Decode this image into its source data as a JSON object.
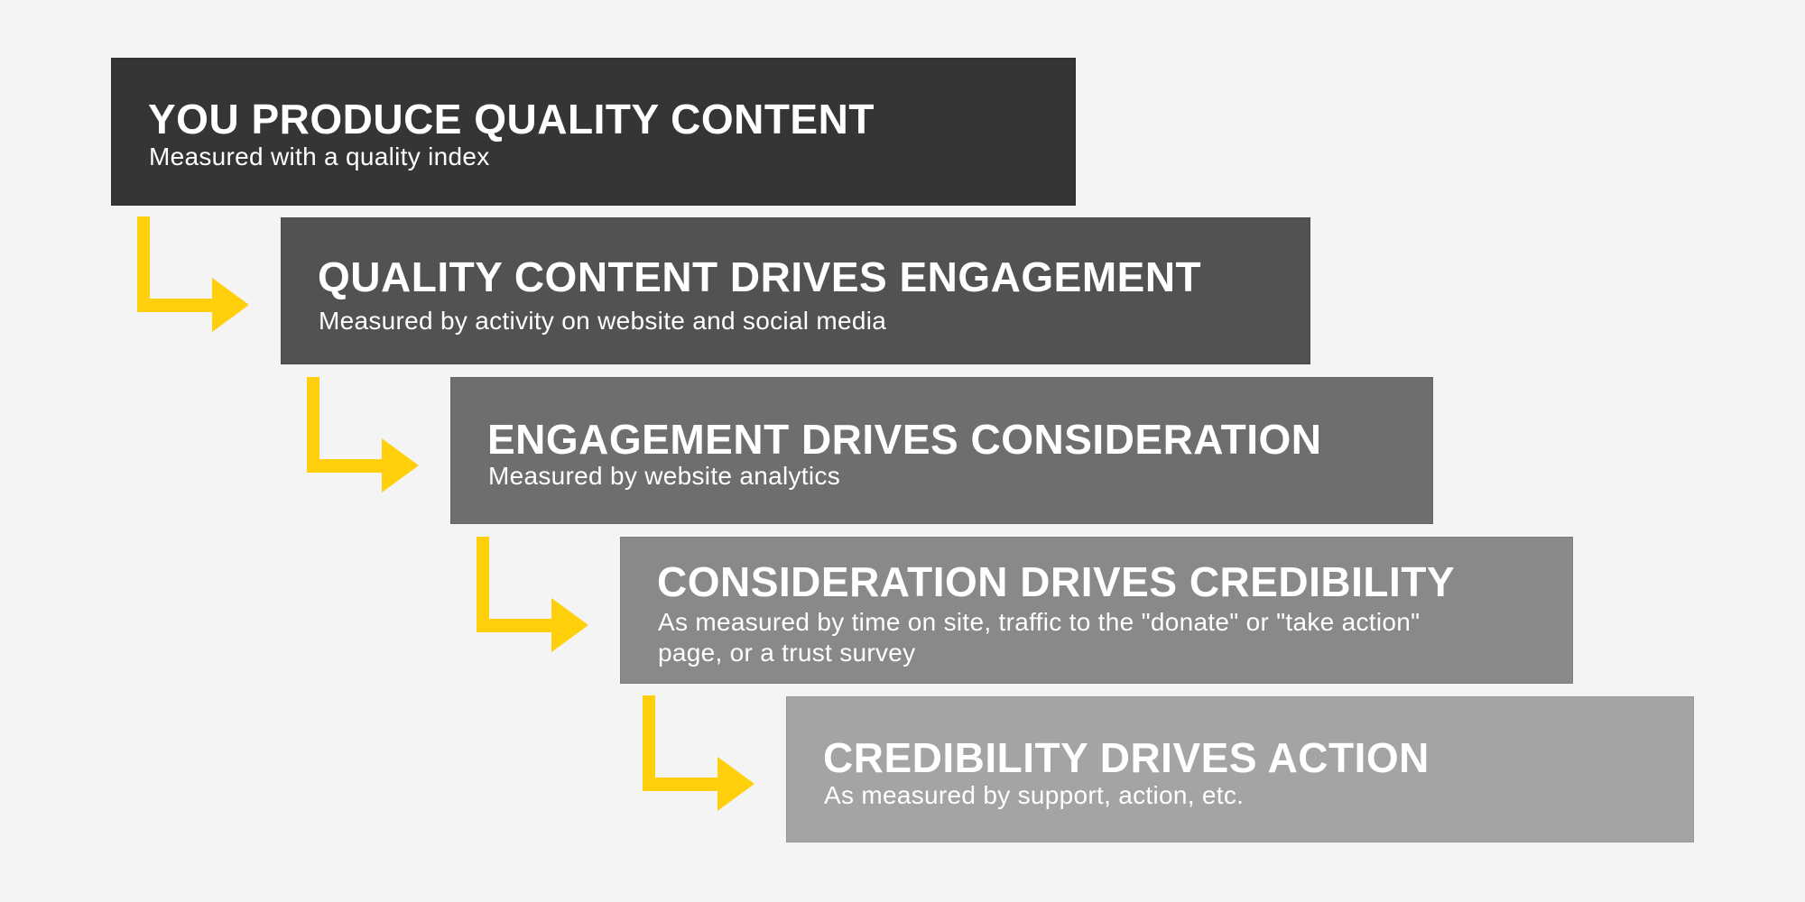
{
  "diagram": {
    "type": "cascading-flow",
    "accent_color": "#ffcf0b",
    "background_color": "#f4f4f4",
    "steps": [
      {
        "title": "YOU PRODUCE QUALITY CONTENT",
        "subtitle": "Measured with a quality index",
        "color": "#353535"
      },
      {
        "title": "QUALITY CONTENT DRIVES ENGAGEMENT",
        "subtitle": "Measured by activity on website and social media",
        "color": "#525252"
      },
      {
        "title": "ENGAGEMENT DRIVES CONSIDERATION",
        "subtitle": "Measured by website analytics",
        "color": "#6e6e6e"
      },
      {
        "title": "CONSIDERATION DRIVES CREDIBILITY",
        "subtitle": "As measured by time on site, traffic to the \"donate\" or \"take action\" page, or a trust survey",
        "color": "#898989"
      },
      {
        "title": "CREDIBILITY DRIVES ACTION",
        "subtitle": "As measured by support, action, etc.",
        "color": "#a4a4a4"
      }
    ],
    "connectors": [
      {
        "icon": "elbow-arrow-right-icon",
        "from": 0,
        "to": 1
      },
      {
        "icon": "elbow-arrow-right-icon",
        "from": 1,
        "to": 2
      },
      {
        "icon": "elbow-arrow-right-icon",
        "from": 2,
        "to": 3
      },
      {
        "icon": "elbow-arrow-right-icon",
        "from": 3,
        "to": 4
      }
    ]
  }
}
